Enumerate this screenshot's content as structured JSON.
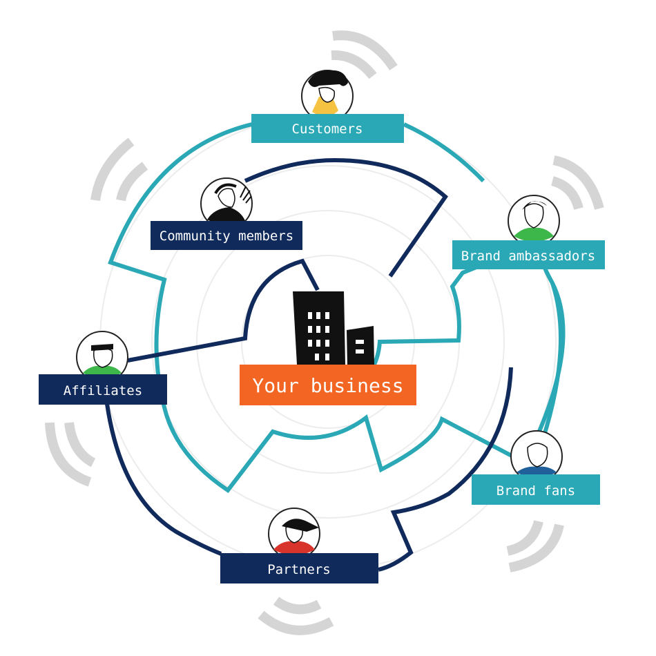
{
  "center": {
    "label": "Your business"
  },
  "nodes": [
    {
      "id": "customers",
      "label": "Customers"
    },
    {
      "id": "community-members",
      "label": "Community members"
    },
    {
      "id": "brand-ambassadors",
      "label": "Brand ambassadors"
    },
    {
      "id": "affiliates",
      "label": "Affiliates"
    },
    {
      "id": "brand-fans",
      "label": "Brand fans"
    },
    {
      "id": "partners",
      "label": "Partners"
    }
  ],
  "colors": {
    "teal": "#2ba8b5",
    "navy": "#102a5c",
    "orange": "#f26522",
    "grey": "#d5d5d5",
    "ring": "#ececec"
  },
  "icons": [
    "building-icon",
    "person-avatar-icon",
    "signal-wave-icon"
  ]
}
